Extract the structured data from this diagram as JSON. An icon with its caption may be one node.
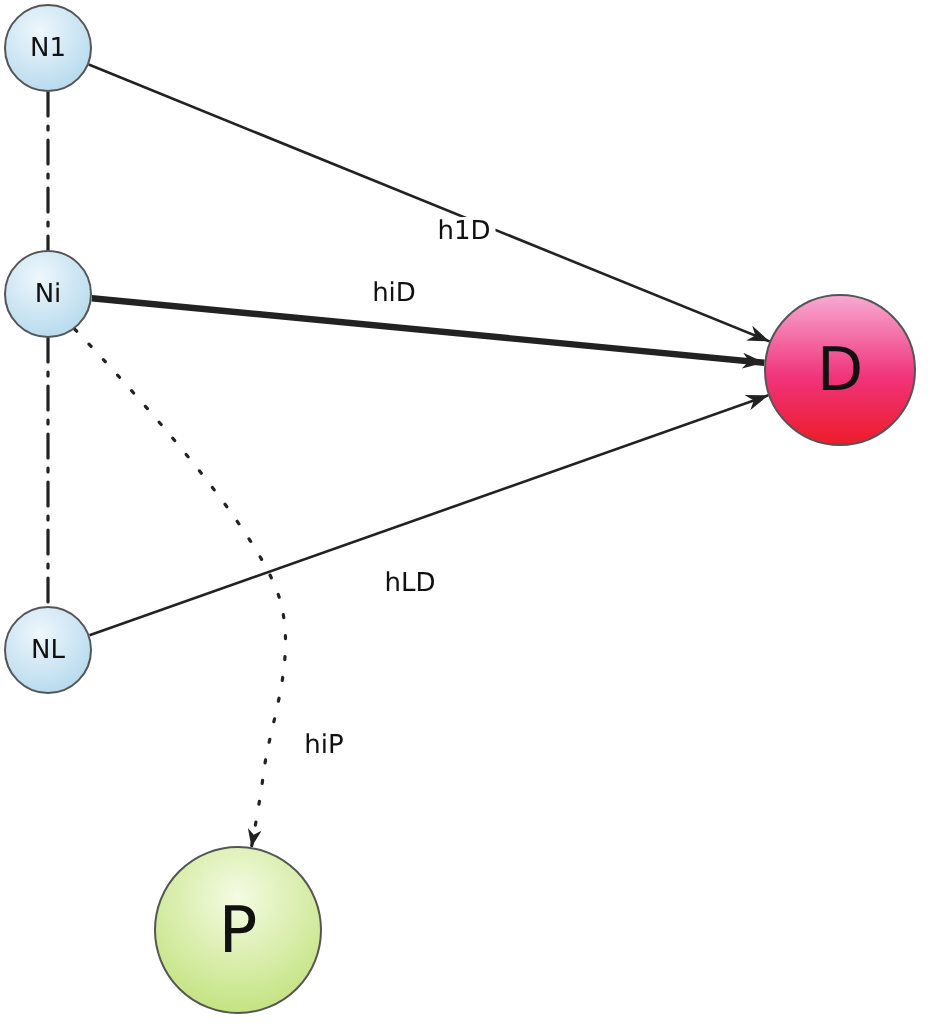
{
  "diagram": {
    "nodes": [
      {
        "text": [
          "N1"
        ]
      },
      {
        "text": [
          "Ni"
        ]
      },
      {
        "text": [
          "NL"
        ]
      },
      {
        "text": [
          "D"
        ]
      },
      {
        "text": [
          "P"
        ]
      }
    ],
    "edges": [
      {
        "from": 0,
        "to": 3,
        "arrow": "to",
        "label": "h1D"
      },
      {
        "from": 1,
        "to": 3,
        "arrow": "to",
        "label": "hiD",
        "style": "thick"
      },
      {
        "from": 2,
        "to": 3,
        "arrow": "to",
        "label": "hLD"
      },
      {
        "from": 1,
        "to": 4,
        "arrow": "to",
        "label": "hiP",
        "style": "dashed"
      },
      {
        "from": 0,
        "to": 1,
        "arrow": "none",
        "style": "dashed"
      },
      {
        "from": 1,
        "to": 2,
        "arrow": "none",
        "style": "dashed"
      }
    ]
  }
}
